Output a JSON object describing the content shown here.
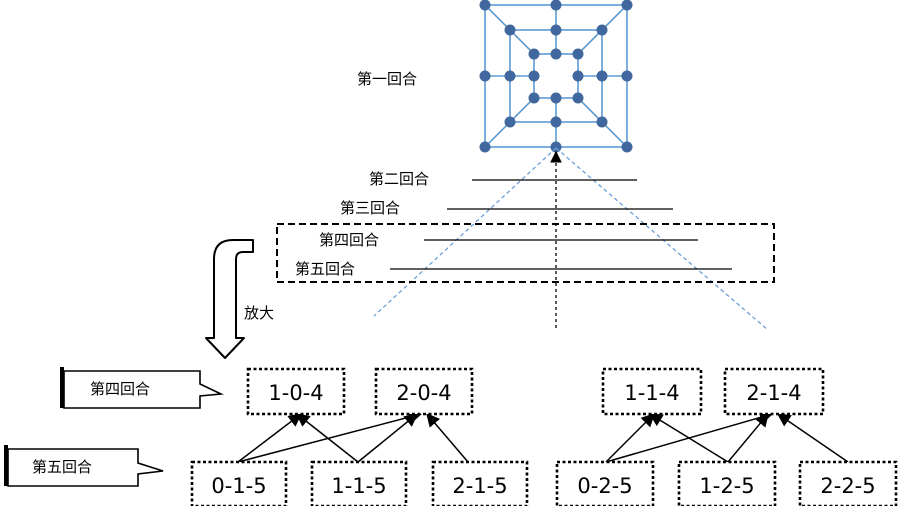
{
  "labels": {
    "round1": "第一回合",
    "round2": "第二回合",
    "round3": "第三回合",
    "round4": "第四回合",
    "round5": "第五回合",
    "zoom": "放大"
  },
  "callouts": {
    "round4": "第四回合",
    "round5": "第五回合"
  },
  "nodes": {
    "l_104": "1-0-4",
    "l_204": "2-0-4",
    "l_015": "0-1-5",
    "l_115": "1-1-5",
    "l_215": "2-1-5",
    "r_114": "1-1-4",
    "r_214": "2-1-4",
    "r_025": "0-2-5",
    "r_125": "1-2-5",
    "r_225": "2-2-5"
  },
  "colors": {
    "board_line": "#5b9bd5",
    "board_node": "#41689e",
    "cone_line": "#6a9fd6",
    "line": "#000000"
  }
}
